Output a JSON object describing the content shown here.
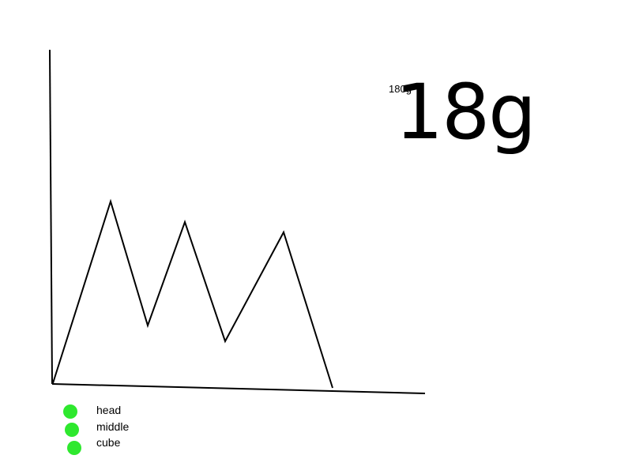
{
  "small_label": "180g",
  "big_label": "18g",
  "colors": {
    "line": "#000000",
    "legend_dot": "#2ee82e",
    "background": "#ffffff"
  },
  "legend": [
    {
      "label": "head"
    },
    {
      "label": "middle"
    },
    {
      "label": "cube"
    }
  ]
}
